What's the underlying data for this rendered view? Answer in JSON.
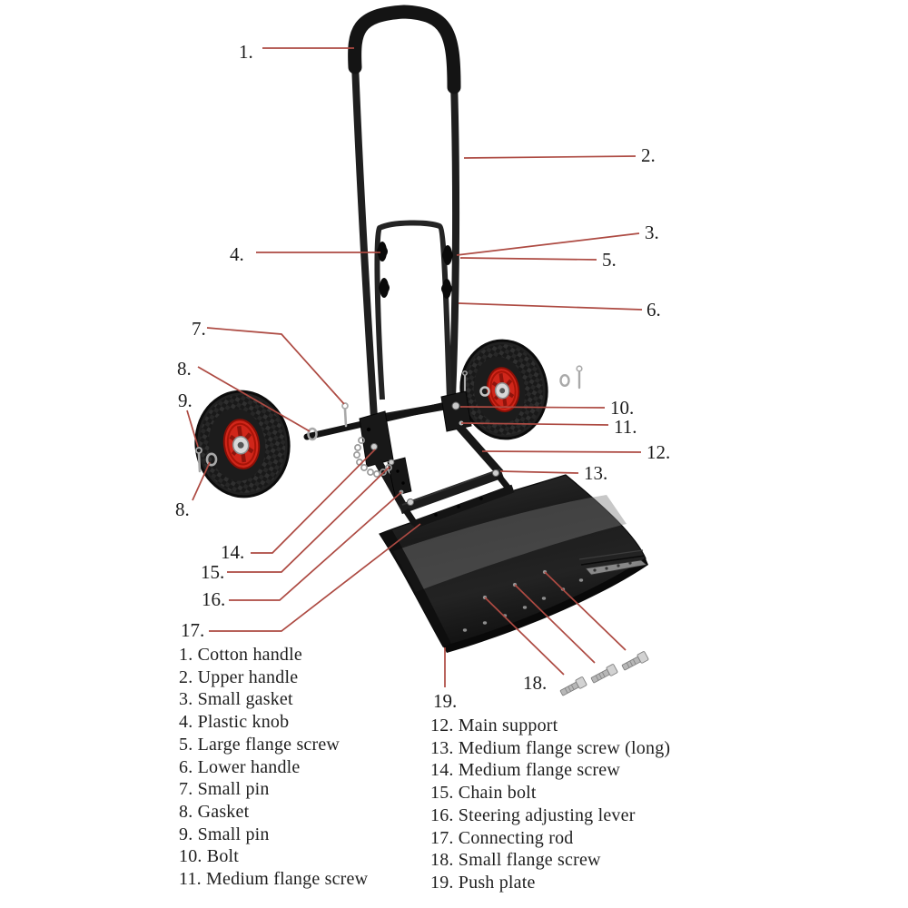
{
  "diagram": {
    "title": "snow plow cart parts diagram",
    "colors": {
      "leader_line": "#ad4a42",
      "hub_red": "#d0261a",
      "tire_black": "#1f1f1f",
      "metal_silver": "#c9c9c9",
      "text": "#1f1f1f",
      "background": "#ffffff"
    },
    "callouts": {
      "c1": "1.",
      "c2": "2.",
      "c3": "3.",
      "c4": "4.",
      "c5": "5.",
      "c6": "6.",
      "c7": "7.",
      "c8a": "8.",
      "c9": "9.",
      "c8b": "8.",
      "c10": "10.",
      "c11": "11.",
      "c12": "12.",
      "c13": "13.",
      "c14": "14.",
      "c15": "15.",
      "c16": "16.",
      "c17": "17.",
      "c18": "18.",
      "c19": "19."
    },
    "parts_list": {
      "left": [
        "1. Cotton handle",
        "2. Upper handle",
        "3. Small gasket",
        "4. Plastic knob",
        "5. Large flange screw",
        "6. Lower handle",
        "7. Small pin",
        "8. Gasket",
        "9. Small pin",
        "10. Bolt",
        "11. Medium flange screw"
      ],
      "right": [
        "12. Main support",
        "13. Medium flange screw (long)",
        "14. Medium flange screw",
        "15. Chain bolt",
        "16. Steering adjusting lever",
        "17. Connecting rod",
        "18. Small flange screw",
        "19. Push plate"
      ]
    }
  }
}
